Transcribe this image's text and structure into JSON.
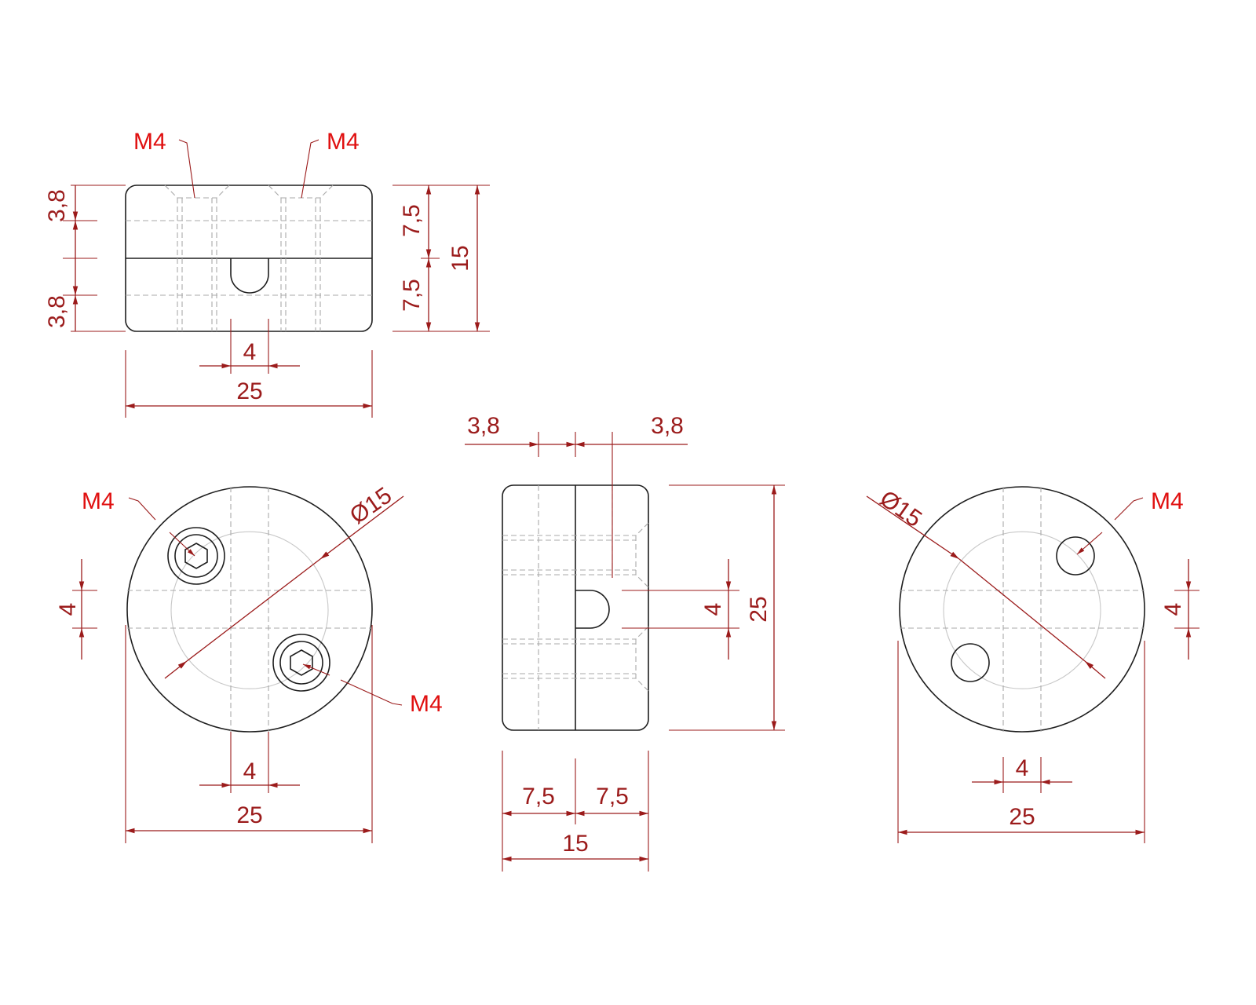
{
  "colors": {
    "dimension": "#9b1b1b",
    "callout": "#e01010",
    "outline": "#1e1e1e",
    "hidden_line": "#a9a9a9",
    "background": "#ffffff"
  },
  "views": {
    "top": {
      "callout_left": "M4",
      "callout_right": "M4",
      "dim_upper_left": "3,8",
      "dim_lower_left": "3,8",
      "dim_upper_right": "7,5",
      "dim_lower_right": "7,5",
      "dim_height": "15",
      "dim_slot": "4",
      "dim_width": "25"
    },
    "front_left": {
      "callout_top": "M4",
      "callout_bottom": "M4",
      "dim_diameter": "Ø15",
      "dim_slot": "4",
      "dim_slot_bottom": "4",
      "dim_width": "25"
    },
    "side": {
      "dim_top_left": "3,8",
      "dim_top_right": "3,8",
      "dim_slot": "4",
      "dim_height": "25",
      "dim_half_left": "7,5",
      "dim_half_right": "7,5",
      "dim_width": "15"
    },
    "front_right": {
      "callout": "M4",
      "dim_diameter": "Ø15",
      "dim_slot": "4",
      "dim_slot_bottom": "4",
      "dim_width": "25"
    }
  }
}
